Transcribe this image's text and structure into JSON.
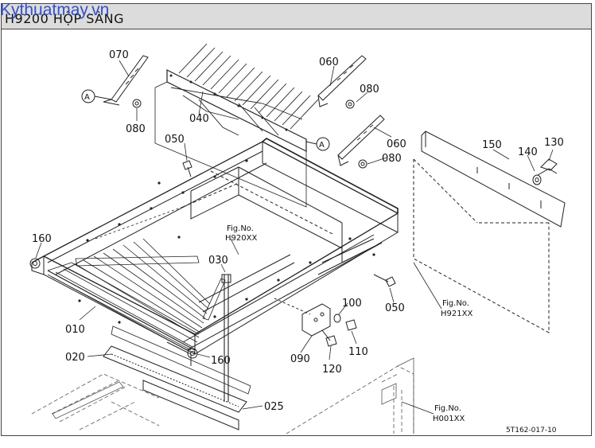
{
  "header": {
    "title": "H9200 HỘP SÀNG",
    "watermark": "Kythuatmay.vn"
  },
  "callouts": [
    {
      "id": "070",
      "label": "070"
    },
    {
      "id": "060a",
      "label": "060"
    },
    {
      "id": "080a",
      "label": "080"
    },
    {
      "id": "080b",
      "label": "080"
    },
    {
      "id": "040",
      "label": "040"
    },
    {
      "id": "060b",
      "label": "060"
    },
    {
      "id": "080c",
      "label": "080"
    },
    {
      "id": "150",
      "label": "150"
    },
    {
      "id": "140",
      "label": "140"
    },
    {
      "id": "130",
      "label": "130"
    },
    {
      "id": "050a",
      "label": "050"
    },
    {
      "id": "160a",
      "label": "160"
    },
    {
      "id": "030",
      "label": "030"
    },
    {
      "id": "050b",
      "label": "050"
    },
    {
      "id": "100",
      "label": "100"
    },
    {
      "id": "010",
      "label": "010"
    },
    {
      "id": "110",
      "label": "110"
    },
    {
      "id": "090",
      "label": "090"
    },
    {
      "id": "160b",
      "label": "160"
    },
    {
      "id": "120",
      "label": "120"
    },
    {
      "id": "020",
      "label": "020"
    },
    {
      "id": "025",
      "label": "025"
    }
  ],
  "markers": {
    "a1": "A",
    "a2": "A"
  },
  "figrefs": [
    {
      "line1": "Fig.No.",
      "line2": "H920XX"
    },
    {
      "line1": "Fig.No.",
      "line2": "H921XX"
    },
    {
      "line1": "Fig.No.",
      "line2": "H001XX"
    }
  ],
  "drawing_code": "5T162-017-10"
}
